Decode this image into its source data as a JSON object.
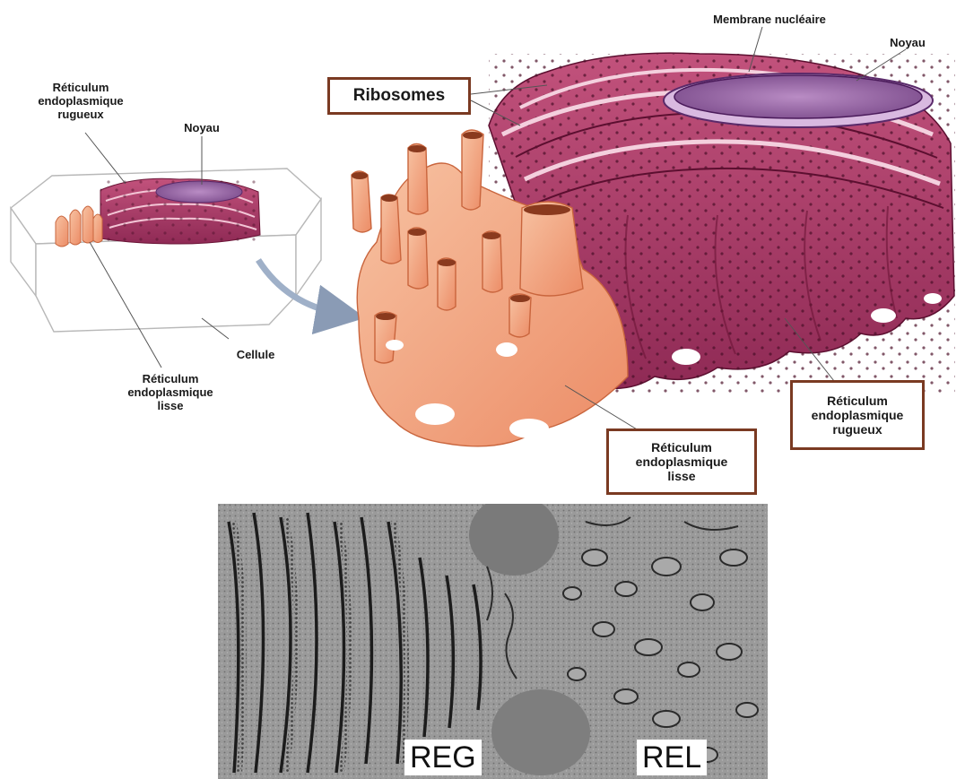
{
  "labels": {
    "small_reg": "Réticulum\nendoplasmique\nrugueux",
    "small_noyau": "Noyau",
    "cellule": "Cellule",
    "small_rel": "Réticulum\nendoplasmique\nlisse",
    "membrane": "Membrane nucléaire",
    "big_noyau": "Noyau",
    "ribosomes": "Ribosomes",
    "big_reg": "Réticulum\nendoplasmique\nrugueux",
    "big_rel": "Réticulum\nendoplasmique\nlisse"
  },
  "micrograph": {
    "left_tag": "REG",
    "right_tag": "REL"
  },
  "colors": {
    "rough_er": "#a8325e",
    "rough_er_dark": "#7a1f44",
    "smooth_er": "#f2a27c",
    "nucleus": "#8d5a9a",
    "box_border": "#7a3a22"
  }
}
